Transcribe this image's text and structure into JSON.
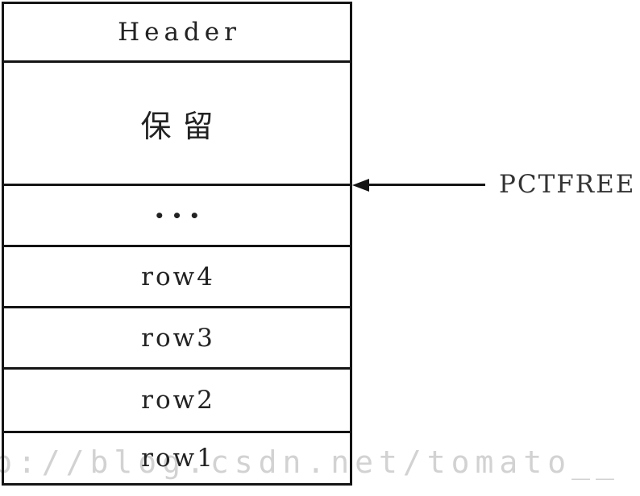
{
  "block_sections": [
    {
      "id": "header",
      "label": "Header"
    },
    {
      "id": "reserved",
      "label": "保留"
    },
    {
      "id": "more-rows",
      "label": "•••"
    },
    {
      "id": "row4",
      "label": "row4"
    },
    {
      "id": "row3",
      "label": "row3"
    },
    {
      "id": "row2",
      "label": "row2"
    },
    {
      "id": "row1",
      "label": "row1"
    }
  ],
  "annotation": {
    "pctfree_label": "PCTFREE"
  },
  "watermark_text": "p://blog.csdn.net/tomato__",
  "colors": {
    "background": "#ffffff",
    "line": "#141414",
    "text": "#222222",
    "annotation_text": "#333333",
    "watermark": "#d2d2d2"
  }
}
